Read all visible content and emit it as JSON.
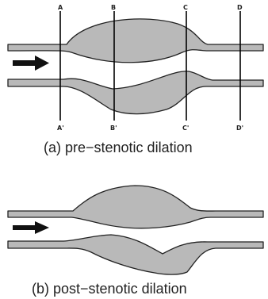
{
  "panels": [
    {
      "caption": "(a) pre−stenotic dilation",
      "section_labels_top": [
        "A",
        "B",
        "C",
        "D"
      ],
      "section_labels_bottom": [
        "A'",
        "B'",
        "C'",
        "D'"
      ]
    },
    {
      "caption": "(b) post−stenotic dilation"
    }
  ],
  "flow_arrow": "arrow-right-icon",
  "colors": {
    "wall": "#b9b9b9",
    "line": "#222222"
  }
}
